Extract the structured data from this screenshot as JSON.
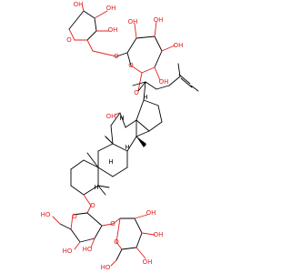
{
  "labels": {
    "oxygen": "O",
    "hydroxyl": "OH",
    "hydroxyl_left": "HO",
    "hydrogen": "H"
  },
  "colors": {
    "oxygen": "#e02020",
    "carbon_bond": "#000000",
    "background": "#ffffff"
  }
}
